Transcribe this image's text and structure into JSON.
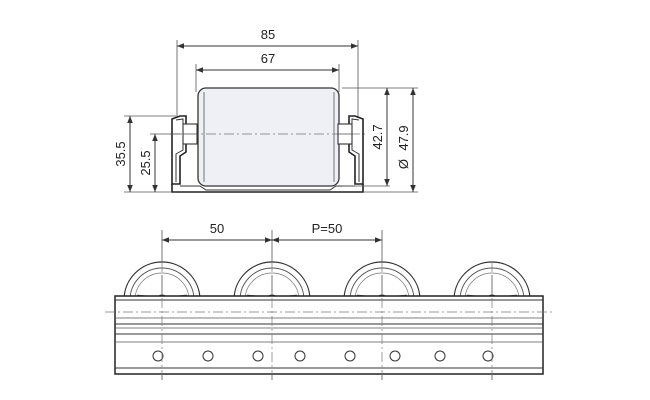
{
  "top_view": {
    "dim_overall_width": "85",
    "dim_roller_length": "67",
    "dim_height_42_7": "42.7",
    "dim_height_47_9": "47.9",
    "dim_diameter_symbol": "Ø",
    "dim_height_35_5": "35.5",
    "dim_height_25_5": "25.5"
  },
  "side_view": {
    "dim_spacing": "50",
    "dim_pitch": "P=50",
    "roller_count": 4,
    "hole_count": 8
  },
  "colors": {
    "roller_fill": "#eef0f5",
    "line": "#333333"
  }
}
